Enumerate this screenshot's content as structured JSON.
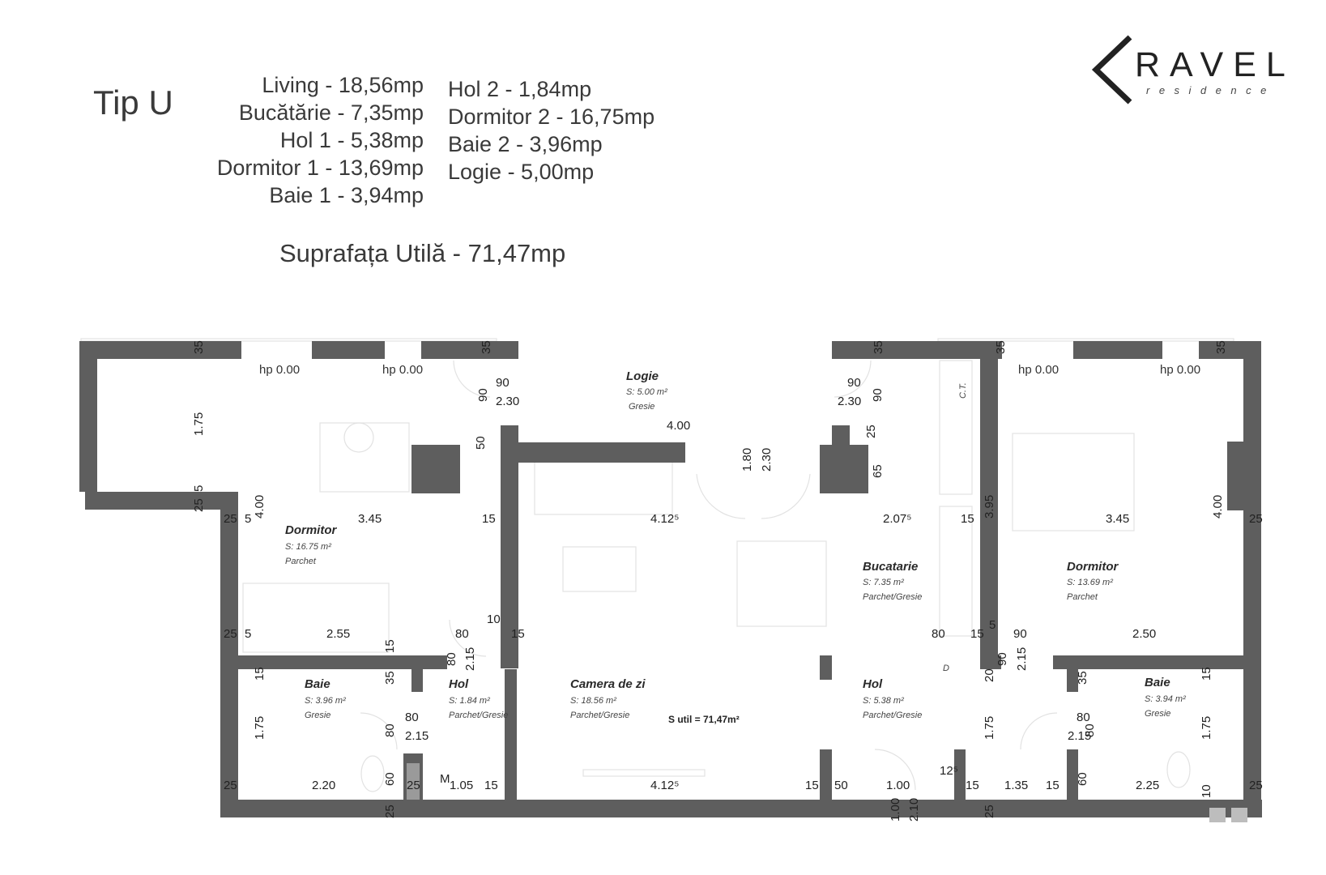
{
  "header": {
    "type_title": "Tip U",
    "areas_left": [
      "Living - 18,56mp",
      "Bucătărie - 7,35mp",
      "Hol 1 - 5,38mp",
      "Dormitor 1 - 13,69mp",
      "Baie 1 - 3,94mp"
    ],
    "areas_right": [
      "Hol 2 - 1,84mp",
      "Dormitor 2 - 16,75mp",
      "Baie 2 - 3,96mp",
      "Logie - 5,00mp"
    ],
    "total": "Suprafața Utilă - 71,47mp"
  },
  "logo": {
    "word": "RAVEL",
    "tagline": "residence"
  },
  "plan": {
    "rooms": {
      "logie": {
        "name": "Logie",
        "area": "S: 5.00 m²",
        "floor": "Gresie"
      },
      "dormitor_left": {
        "name": "Dormitor",
        "area": "S: 16.75 m²",
        "floor": "Parchet"
      },
      "bucatarie": {
        "name": "Bucatarie",
        "area": "S: 7.35 m²",
        "floor": "Parchet/Gresie"
      },
      "dormitor_right": {
        "name": "Dormitor",
        "area": "S: 13.69 m²",
        "floor": "Parchet"
      },
      "baie_left": {
        "name": "Baie",
        "area": "S: 3.96 m²",
        "floor": "Gresie"
      },
      "hol_small": {
        "name": "Hol",
        "area": "S: 1.84 m²",
        "floor": "Parchet/Gresie"
      },
      "camera_de_zi": {
        "name": "Camera de zi",
        "area": "S: 18.56 m²",
        "floor": "Parchet/Gresie"
      },
      "hol_entry": {
        "name": "Hol",
        "area": "S: 5.38 m²",
        "floor": "Parchet/Gresie"
      },
      "baie_right": {
        "name": "Baie",
        "area": "S: 3.94 m²",
        "floor": "Gresie"
      }
    },
    "s_util": "S util = 71,47m²",
    "hp_label": "hp 0.00",
    "ct_label": "C.T.",
    "d_label": "D",
    "m_label": "M",
    "dimensions": {
      "d35a": "35",
      "d35b": "35",
      "d35c": "35",
      "d35d": "35",
      "d35e": "35",
      "d90a": "90",
      "d90b": "90",
      "d230a": "2.30",
      "d90c": "90",
      "d90d": "90",
      "d230b": "2.30",
      "d400top": "4.00",
      "d175a": "1.75",
      "d50": "50",
      "d25a": "25",
      "d65": "65",
      "d180": "1.80",
      "d230c": "2.30",
      "d5a": "5",
      "d25b": "25",
      "d25c": "25",
      "d5b": "5",
      "d400a": "4.00",
      "d345a": "3.45",
      "d15a": "15",
      "d4125a": "4.12⁵",
      "d2075": "2.07⁵",
      "d15b": "15",
      "d395": "3.95",
      "d345b": "3.45",
      "d400b": "4.00",
      "d25d": "25",
      "d10": "10",
      "d25e": "25",
      "d5c": "5",
      "d255": "2.55",
      "d80a": "80",
      "d15c": "15",
      "d80b": "80",
      "d15d": "15",
      "d5d": "5",
      "d90e": "90",
      "d250": "2.50",
      "d15e": "15",
      "d80c": "80",
      "d215a": "2.15",
      "d90f": "90",
      "d215b": "2.15",
      "d20": "20",
      "d15f": "15",
      "d35f": "35",
      "d35g": "35",
      "d15g": "15",
      "d175b": "1.75",
      "d80d": "80",
      "d80e": "80",
      "d215c": "2.15",
      "d175c": "1.75",
      "d80f": "80",
      "d80g": "80",
      "d215d": "2.15",
      "d175d": "1.75",
      "d25f": "25",
      "d220": "2.20",
      "d60a": "60",
      "d25g": "25",
      "d105": "1.05",
      "d15h": "15",
      "d4125b": "4.12⁵",
      "d15i": "15",
      "d50b": "50",
      "d100a": "1.00",
      "d125": "12⁵",
      "d15j": "15",
      "d135": "1.35",
      "d15k": "15",
      "d60b": "60",
      "d225": "2.25",
      "d10b": "10",
      "d25h": "25",
      "d25i": "25",
      "d100b": "1.00",
      "d210": "2.10",
      "d25j": "25"
    }
  }
}
